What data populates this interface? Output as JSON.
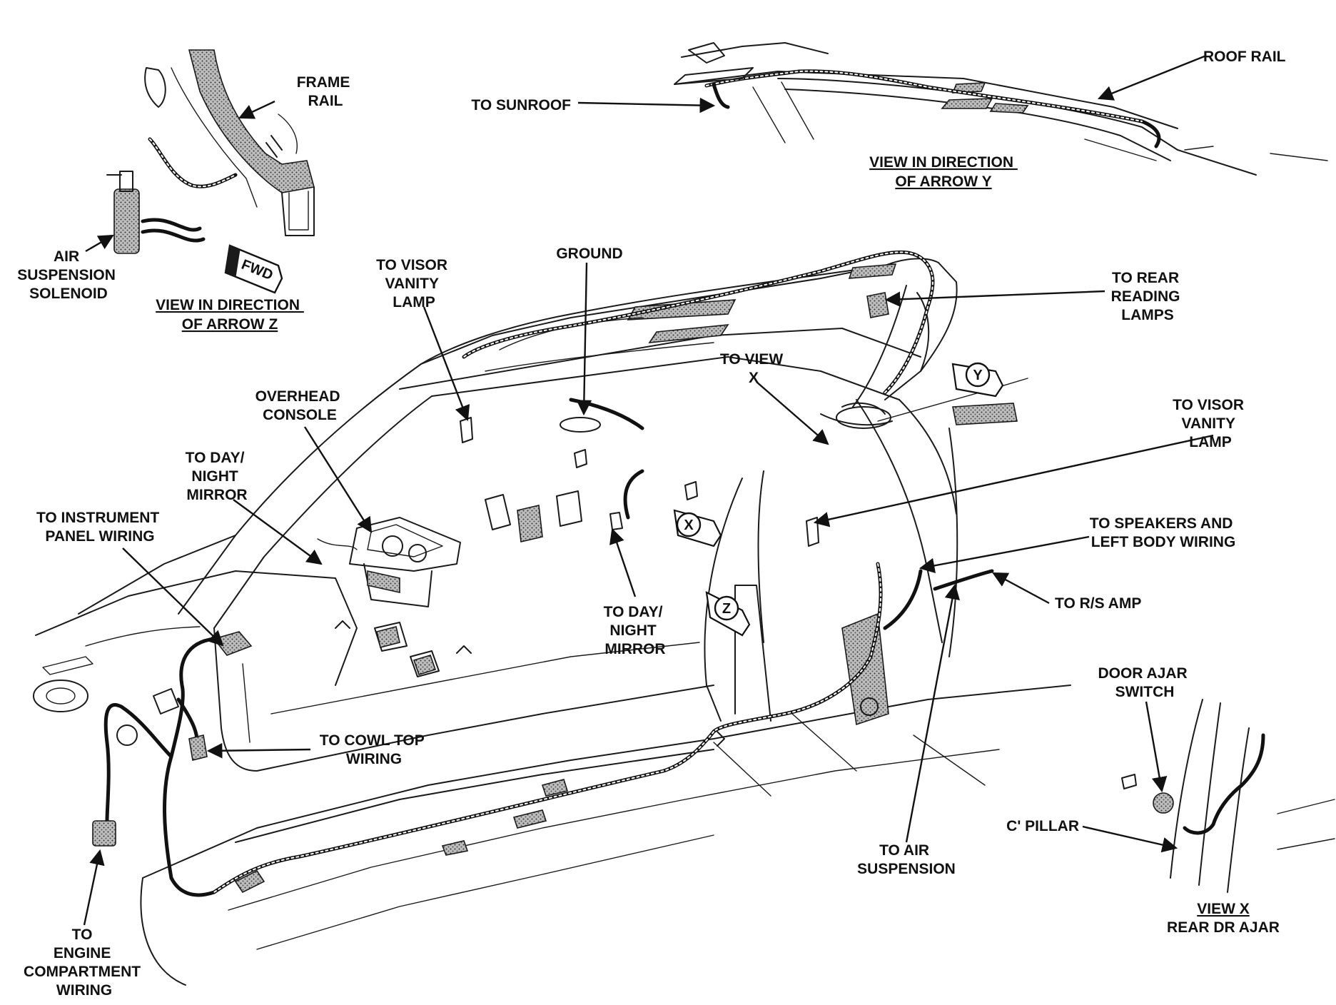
{
  "labels": {
    "frame_rail": [
      "FRAME",
      "RAIL"
    ],
    "air_suspension_solenoid": [
      "AIR",
      "SUSPENSION",
      "SOLENOID"
    ],
    "view_arrow_z": [
      "VIEW IN DIRECTION",
      "OF ARROW Z"
    ],
    "fwd": "FWD",
    "to_sunroof": "TO SUNROOF",
    "roof_rail": "ROOF RAIL",
    "view_arrow_y": [
      "VIEW IN DIRECTION",
      "OF ARROW Y"
    ],
    "to_visor_vanity_lamp_left": [
      "TO VISOR",
      "VANITY",
      "LAMP"
    ],
    "ground": "GROUND",
    "to_rear_reading_lamps": [
      "TO REAR",
      "READING",
      "LAMPS"
    ],
    "overhead_console": [
      "OVERHEAD",
      "CONSOLE"
    ],
    "to_view_x": [
      "TO VIEW",
      "X"
    ],
    "to_visor_vanity_lamp_right": [
      "TO VISOR",
      "VANITY",
      "LAMP"
    ],
    "to_day_night_mirror_left": [
      "TO DAY/",
      "NIGHT",
      "MIRROR"
    ],
    "to_instrument_panel_wiring": [
      "TO INSTRUMENT",
      "PANEL WIRING"
    ],
    "to_day_night_mirror_center": [
      "TO DAY/",
      "NIGHT",
      "MIRROR"
    ],
    "to_speakers_left_body_wiring": [
      "TO SPEAKERS AND",
      "LEFT BODY WIRING"
    ],
    "to_rs_amp": "TO R/S AMP",
    "door_ajar_switch": [
      "DOOR AJAR",
      "SWITCH"
    ],
    "to_cowl_top_wiring": [
      "TO COWL TOP",
      "WIRING"
    ],
    "c_pillar": "C' PILLAR",
    "to_air_suspension": [
      "TO AIR",
      "SUSPENSION"
    ],
    "to_engine_compartment_wiring": [
      "TO",
      "ENGINE",
      "COMPARTMENT",
      "WIRING"
    ],
    "view_x": "VIEW X",
    "rear_dr_ajar": "REAR DR AJAR"
  },
  "view_markers": {
    "x": "X",
    "y": "Y",
    "z": "Z"
  }
}
